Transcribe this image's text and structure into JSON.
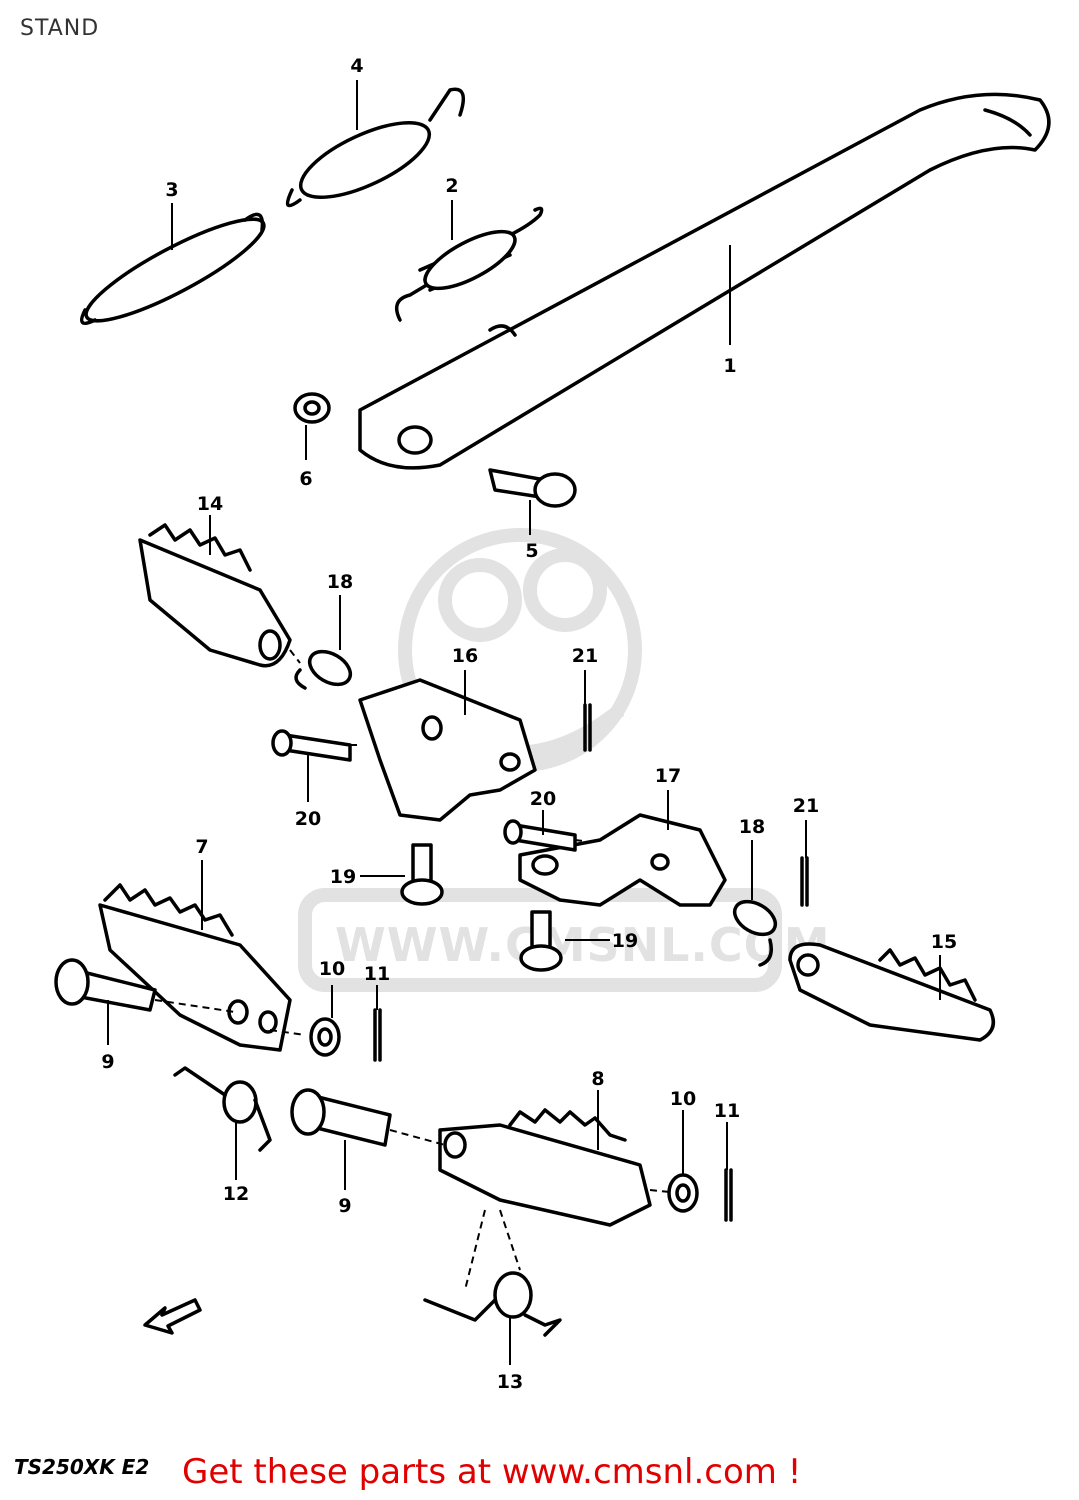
{
  "title": "STAND",
  "model_code": "TS250XK E2",
  "watermark": "WWW.CMSNL.COM",
  "banner": "Get these parts at www.cmsnl.com !",
  "colors": {
    "banner": "#e00000",
    "line": "#000000",
    "watermark": "#e2e2e2"
  },
  "callouts": [
    "1",
    "2",
    "3",
    "4",
    "5",
    "6",
    "7",
    "8",
    "9",
    "9",
    "10",
    "10",
    "11",
    "11",
    "12",
    "13",
    "14",
    "15",
    "16",
    "17",
    "18",
    "18",
    "19",
    "19",
    "20",
    "20",
    "21",
    "21"
  ]
}
